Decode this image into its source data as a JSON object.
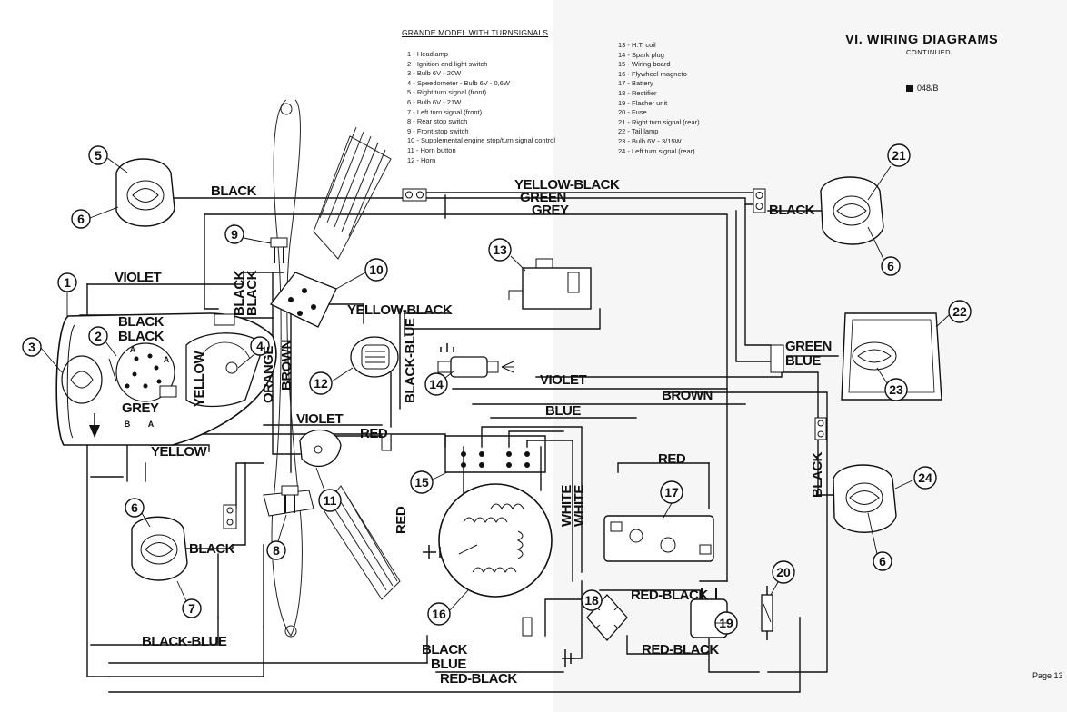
{
  "header": {
    "title": "VI. WIRING DIAGRAMS",
    "subtitle": "CONTINUED",
    "code": "048/B",
    "page": "Page 13"
  },
  "legend": {
    "title": "GRANDE MODEL WITH TURNSIGNALS",
    "col1": [
      "1 - Headlamp",
      "2 - Ignition and light switch",
      "3 - Bulb 6V - 20W",
      "4 - Speedometer - Bulb 6V - 0,6W",
      "5 - Right turn signal (front)",
      "6 - Bulb 6V - 21W",
      "7 - Left turn signal (front)",
      "8 - Rear stop switch",
      "9 - Front stop switch",
      "10 - Supplemental engine stop/turn signal control",
      "11 - Horn button",
      "12 - Horn"
    ],
    "col2": [
      "13 - H.T. coil",
      "14 - Spark plug",
      "15 - Wiring board",
      "16 - Flywheel magneto",
      "17 - Battery",
      "18 - Rectifier",
      "19 - Flasher unit",
      "20 - Fuse",
      "21 - Right turn signal (rear)",
      "22 - Tail lamp",
      "23 - Bulb 6V - 3/15W",
      "24 - Left turn signal (rear)"
    ]
  },
  "wire_labels": {
    "black_top": "BLACK",
    "yellow_black_top": "YELLOW-BLACK",
    "green_top": "GREEN",
    "grey_top": "GREY",
    "black_right_top": "BLACK",
    "violet_left": "VIOLET",
    "black_vertical_1": "BLACK",
    "black_vertical_2": "BLACK",
    "yellow_black_mid": "YELLOW-BLACK",
    "black_hl": "BLACK",
    "black_hl2": "BLACK",
    "yellow_vert": "YELLOW",
    "orange_vert": "ORANGE",
    "brown_vert": "BROWN",
    "black_blue_vert": "BLACK-BLUE",
    "grey_hl": "GREY",
    "yellow_bottom": "YELLOW",
    "violet_mid": "VIOLET",
    "red_mid": "RED",
    "violet_right": "VIOLET",
    "blue_mid": "BLUE",
    "brown_mid": "BROWN",
    "green_right": "GREEN",
    "blue_right": "BLUE",
    "black_right_vert": "BLACK",
    "red_battery": "RED",
    "red_vert": "RED",
    "white_1": "WHITE",
    "white_2": "WHITE",
    "black_left_lamp": "BLACK",
    "black_blue_bottom": "BLACK-BLUE",
    "red_black_1": "RED-BLACK",
    "red_black_2": "RED-BLACK",
    "black_bottom": "BLACK",
    "blue_bottom": "BLUE",
    "red_black_bottom": "RED-BLACK"
  },
  "callouts": [
    "1",
    "2",
    "3",
    "4",
    "5",
    "6",
    "7",
    "8",
    "9",
    "10",
    "11",
    "12",
    "13",
    "14",
    "15",
    "16",
    "17",
    "18",
    "19",
    "20",
    "21",
    "22",
    "23",
    "24"
  ],
  "headlamp_letters": {
    "a1": "A",
    "a2": "A",
    "b": "B",
    "a3": "A"
  }
}
